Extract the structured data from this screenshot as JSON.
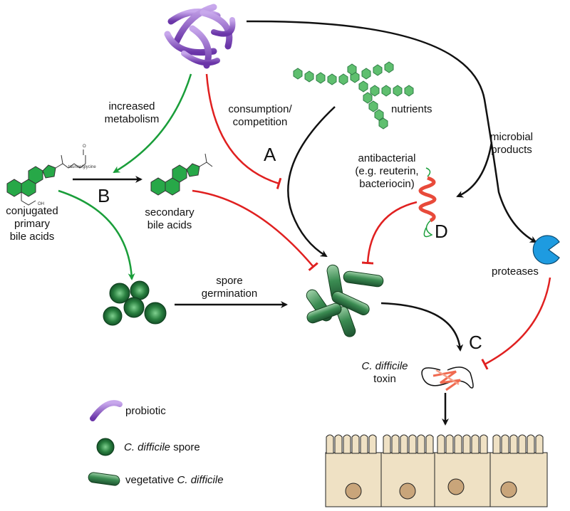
{
  "labels": {
    "increased_metabolism_1": "increased",
    "increased_metabolism_2": "metabolism",
    "consumption_1": "consumption/",
    "consumption_2": "competition",
    "nutrients": "nutrients",
    "microbial_1": "microbial",
    "microbial_2": "products",
    "antibacterial_1": "antibacterial",
    "antibacterial_2": "(e.g. reuterin,",
    "antibacterial_3": "bacteriocin)",
    "conj_1": "conjugated",
    "conj_2": "primary",
    "conj_3": "bile acids",
    "sec_1": "secondary",
    "sec_2": "bile acids",
    "spore_germ_1": "spore",
    "spore_germ_2": "germination",
    "proteases": "proteases",
    "toxin_italic": "C. difficile",
    "toxin_2": "toxin",
    "taurine": "taurine/glycine",
    "oh": "OH",
    "o": "O"
  },
  "mechanisms": {
    "A": "A",
    "B": "B",
    "C": "C",
    "D": "D"
  },
  "legend": {
    "probiotic": "probiotic",
    "spore_italic": "C. difficile",
    "spore_suffix": " spore",
    "vegetative_prefix": "vegetative ",
    "vegetative_italic": "C. difficile"
  },
  "colors": {
    "promote": "#1a9e3a",
    "inhibit": "#e02020",
    "neutral": "#111111",
    "probiotic": "#8b5cc4",
    "cdiff": "#2e7d45",
    "protease": "#1e9be0",
    "cell": "#efe1c4",
    "nucleus": "#c9a57a"
  }
}
